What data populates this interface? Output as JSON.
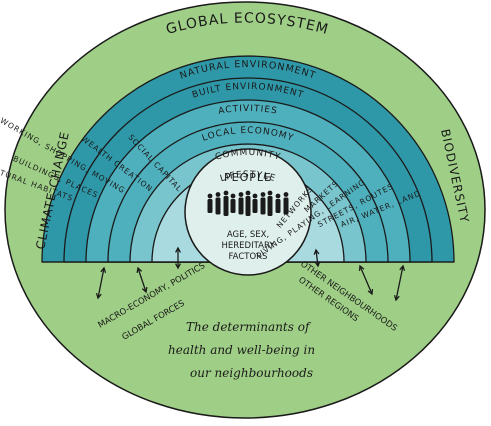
{
  "colors": {
    "outer": "#9fcf86",
    "ring_dark": "#2f98a8",
    "ring_mid": "#4fb0bd",
    "ring_light": "#79c5cd",
    "ring_pale": "#a8dadf",
    "center": "#dff0ec",
    "stroke": "#1a1a1a"
  },
  "diagram": {
    "title": "Global Ecosystem",
    "left_side": "Climate Change",
    "right_side": "Biodiversity",
    "rings": [
      "Natural Environment",
      "Built Environment",
      "Activities",
      "Local Economy",
      "Community",
      "Lifestyle"
    ],
    "ring_left_items": [
      "Natural Habitats",
      "Buildings, Places",
      "Working, Shopping, Moving",
      "Wealth Creation",
      "Social Capital"
    ],
    "ring_right_items": [
      "Air, Water, Land",
      "Streets, Routes",
      "Living, Playing, Learning",
      "Markets",
      "Networks"
    ],
    "center": {
      "heading": "People",
      "subtitle_lines": [
        "Age, Sex,",
        "Hereditary",
        "Factors"
      ]
    },
    "left_forces": [
      "Macro-Economy, Politics",
      "Global Forces"
    ],
    "right_forces": [
      "Other Neighbourhoods",
      "Other Regions"
    ],
    "caption_lines": [
      "The determinants of",
      "health and well-being in",
      "our neighbourhoods"
    ]
  }
}
